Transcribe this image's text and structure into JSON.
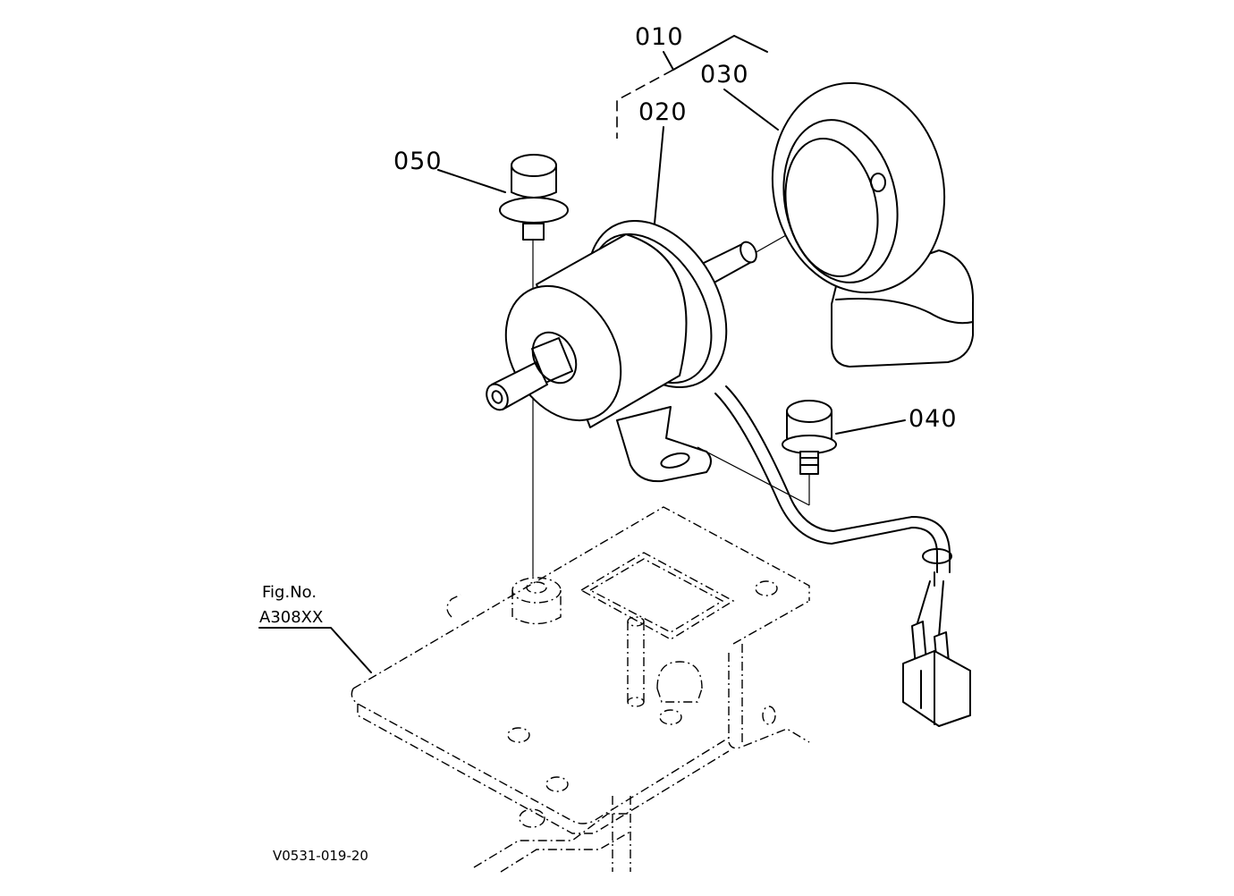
{
  "callouts": {
    "c010": "010",
    "c020": "020",
    "c030": "030",
    "c040": "040",
    "c050": "050"
  },
  "fig_ref": {
    "line1": "Fig.No.",
    "line2": "A308XX"
  },
  "drawing_code": "V0531-019-20"
}
